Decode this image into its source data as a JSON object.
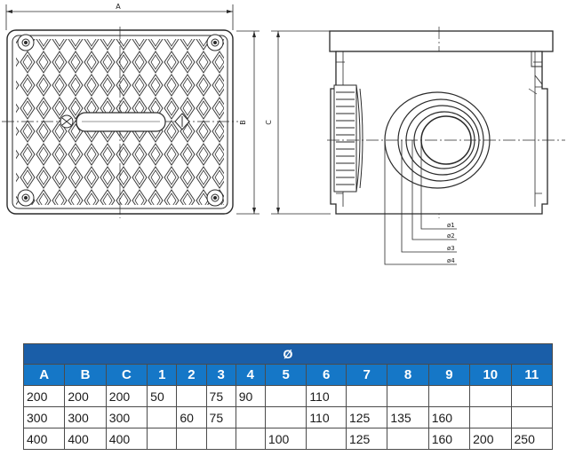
{
  "drawing": {
    "top_view": {
      "dim_width_label": "A",
      "dim_height_label": "B"
    },
    "side_view": {
      "dim_height_label": "C",
      "diameter_labels": [
        "ø1",
        "ø2",
        "ø3",
        "ø4"
      ]
    }
  },
  "table": {
    "title": "Ø",
    "headers": [
      "A",
      "B",
      "C",
      "1",
      "2",
      "3",
      "4",
      "5",
      "6",
      "7",
      "8",
      "9",
      "10",
      "11"
    ],
    "rows": [
      [
        "200",
        "200",
        "200",
        "50",
        "",
        "75",
        "90",
        "",
        "110",
        "",
        "",
        "",
        "",
        ""
      ],
      [
        "300",
        "300",
        "300",
        "",
        "60",
        "75",
        "",
        "",
        "110",
        "125",
        "135",
        "160",
        "",
        ""
      ],
      [
        "400",
        "400",
        "400",
        "",
        "",
        "",
        "",
        "100",
        "",
        "125",
        "",
        "160",
        "200",
        "250"
      ]
    ]
  },
  "colors": {
    "header_dark": "#1a5ea8",
    "header": "#1577c7",
    "line": "#2a2a2a"
  }
}
